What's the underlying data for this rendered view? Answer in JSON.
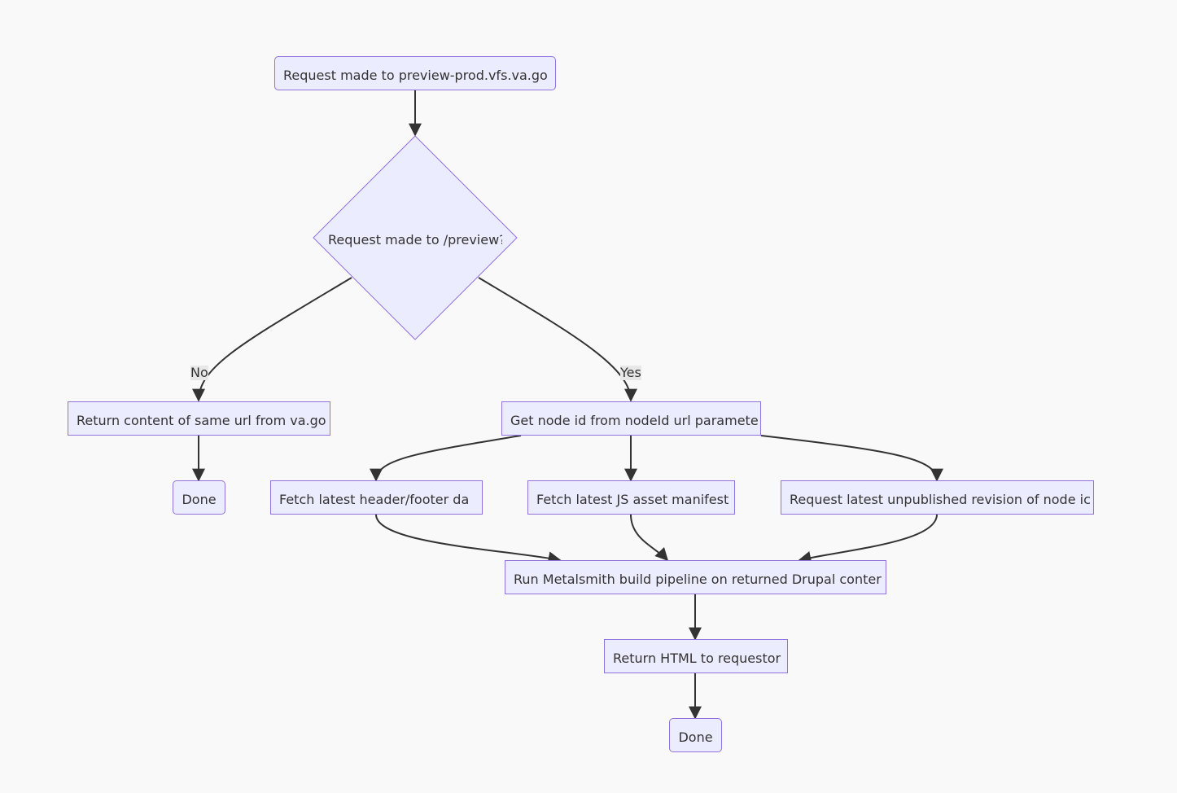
{
  "nodes": {
    "start": "Request made to preview-prod.vfs.va.go",
    "decision": "Request made to /preview?",
    "return_va": "Return content of same url from va.go",
    "done_left": "Done",
    "get_node_id": "Get node id from nodeId url paramete",
    "fetch_header": "Fetch latest header/footer da",
    "fetch_js": "Fetch latest JS asset manifest",
    "request_revision": "Request latest unpublished revision of node ic",
    "run_metalsmith": "Run Metalsmith build pipeline on returned Drupal conter",
    "return_html": "Return HTML to requestor",
    "done_right": "Done"
  },
  "edge_labels": {
    "no": "No",
    "yes": "Yes"
  },
  "colors": {
    "background": "#f9f9fa",
    "node_fill": "#ececff",
    "node_stroke": "#9370db",
    "edge": "#333333",
    "edge_label_bg": "#e8e8e8",
    "text": "#333333"
  }
}
